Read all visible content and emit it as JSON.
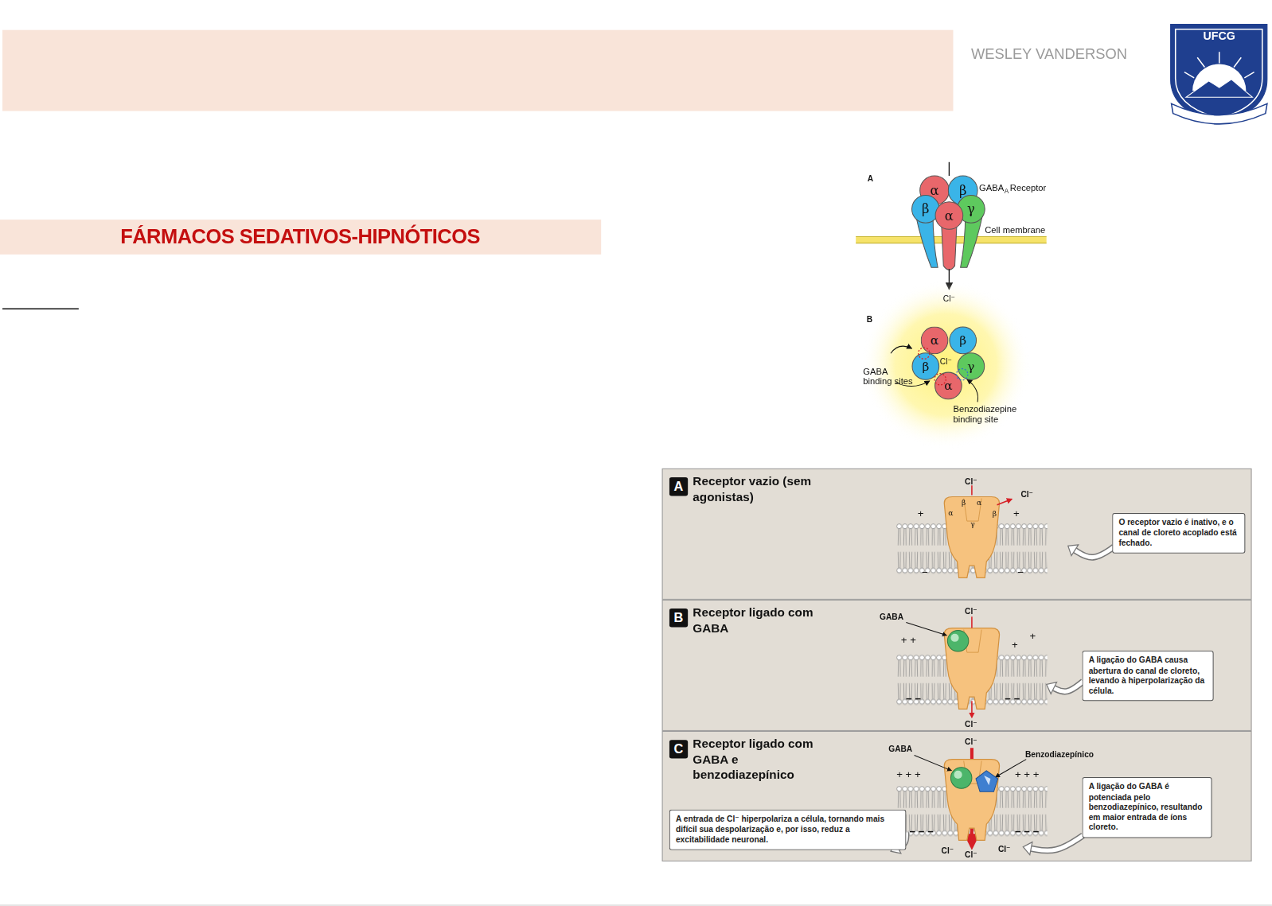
{
  "diagram": {
    "title": "FÁRMACOS SEDATIVOS-HIPNÓTICOS",
    "nodes": [
      {
        "text": [
          "Receptor vazio (sem agonistas)"
        ]
      },
      {
        "text": [
          "A"
        ],
        "in": 0
      },
      {
        "text": [
          "O receptor vazio é inativo, e o canal de cloreto acoplado está fechado."
        ],
        "in": 0
      },
      {
        "text": [
          "Receptor ligado com GABA"
        ]
      },
      {
        "text": [
          "B"
        ],
        "in": 3
      },
      {
        "text": [
          "A ligação do GABA causa abertura do canal de cloreto, levando à hiperpolarização da célula."
        ],
        "in": 3
      },
      {
        "text": [
          "Receptor ligado com GABA e benzodiazepínico"
        ]
      },
      {
        "text": [
          "C"
        ],
        "in": 6
      },
      {
        "text": [
          "A entrada de Cl⁻ hiperpolariza a célula, tornando mais difícil sua despolarização e, por isso, reduz a excitabilidade neuronal."
        ],
        "in": 6
      },
      {
        "text": [
          "A ligação do GABA é potenciada pelo benzodiazepínico, resultando em maior entrada de íons cloreto."
        ],
        "in": 6
      },
      {
        "text": [
          "α"
        ]
      },
      {
        "text": [
          "β"
        ]
      },
      {
        "text": [
          "β"
        ]
      },
      {
        "text": [
          "γ"
        ]
      },
      {
        "text": [
          "α"
        ]
      }
    ],
    "labels": [
      "WESLEY VANDERSON",
      "UFCG",
      "A",
      "GABA",
      "A",
      "Receptor",
      "α",
      "β",
      "β",
      "α",
      "γ",
      "Cell membrane",
      "Cl⁻",
      "B",
      "Cl⁻",
      "GABA binding sites",
      "Benzodiazepine binding site",
      "Cl⁻",
      "Cl⁻",
      "β",
      "α",
      "α",
      "β",
      "γ",
      "+",
      "+",
      "−",
      "−",
      "GABA",
      "Cl⁻",
      "+ +",
      "+",
      "+",
      "− −",
      "− −",
      "Cl⁻",
      "GABA",
      "Benzodiazepínico",
      "Cl⁻",
      "+ + +",
      "+ + +",
      "− − −",
      "− − −",
      "Cl⁻",
      "Cl⁻",
      "Cl⁻"
    ]
  }
}
